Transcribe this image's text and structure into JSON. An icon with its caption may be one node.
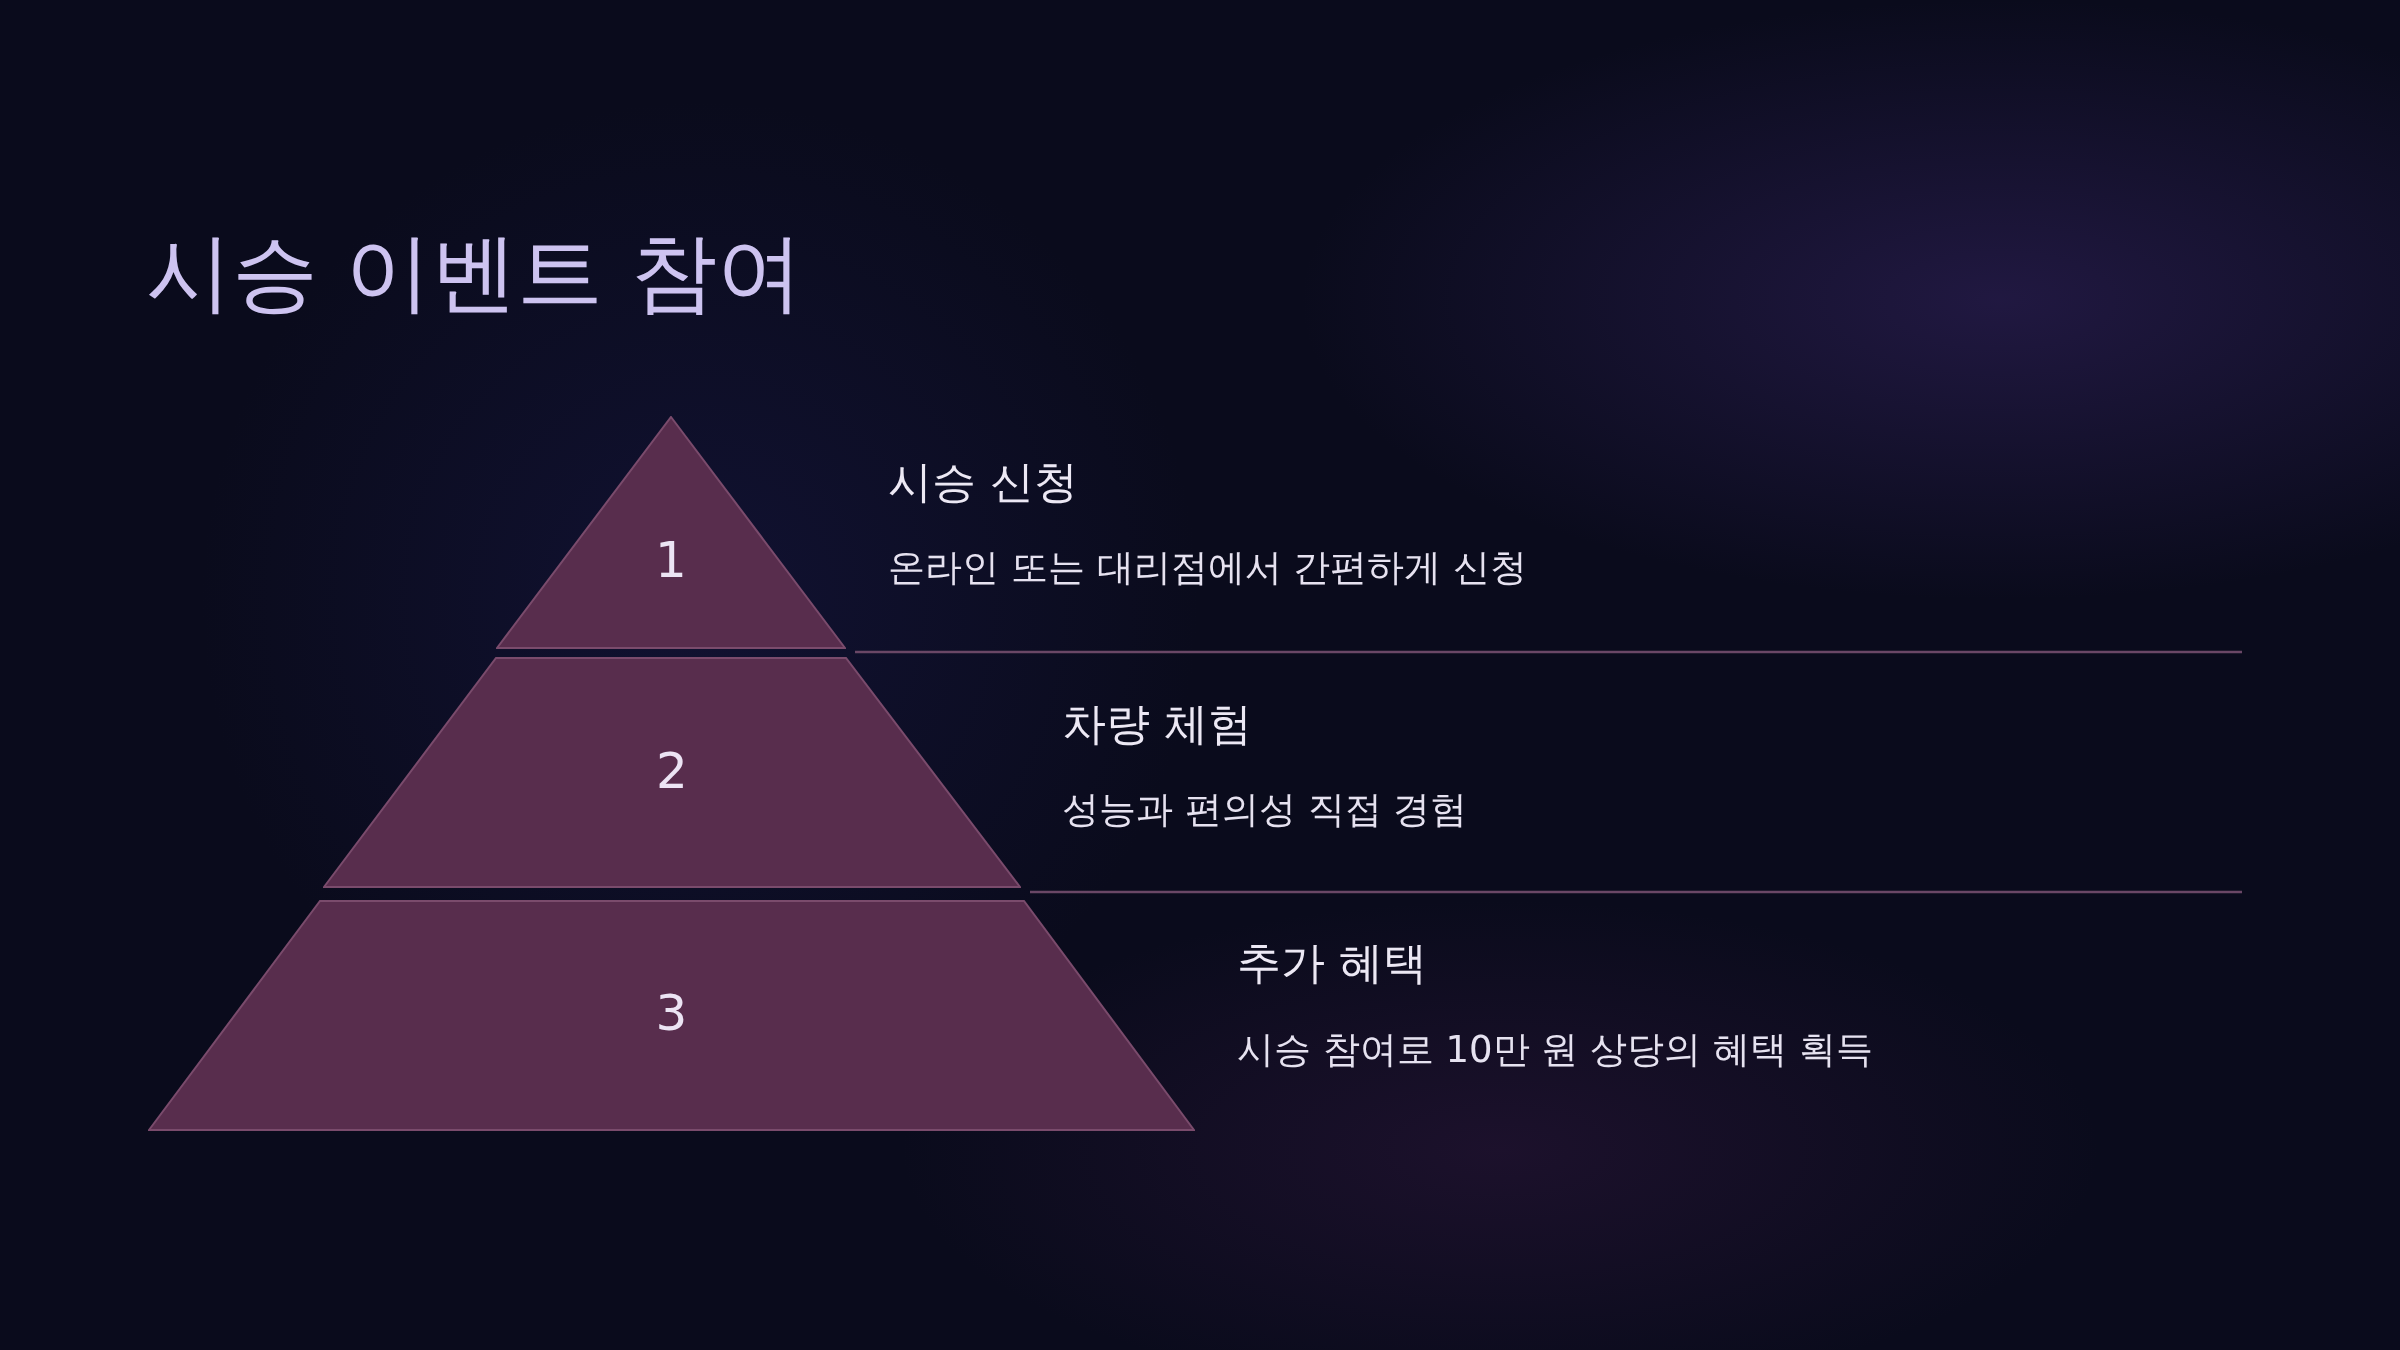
{
  "diagram": {
    "title": "시승 이벤트 참여",
    "nodes": [
      {
        "text": [
          "1"
        ],
        "beside": [
          "시승 신청",
          "온라인 또는 대리점에서 간편하게 신청"
        ]
      },
      {
        "text": [
          "2"
        ],
        "beside": [
          "차량 체험",
          "성능과 편의성 직접 경험"
        ]
      },
      {
        "text": [
          "3"
        ],
        "beside": [
          "추가 혜택",
          "시승 참여로 10만 원 상당의 혜택 획득"
        ]
      }
    ]
  }
}
